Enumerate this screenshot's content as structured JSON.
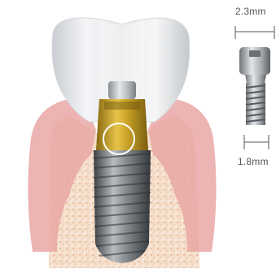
{
  "dimensions": {
    "top_width": "2.3mm",
    "bottom_width": "1.8mm"
  },
  "colors": {
    "crown": "#eef0f2",
    "gum": "#e9a7a4",
    "bone": "#ecc6a6",
    "implant": "#7b7f84",
    "abutment_gold": "#c9a227",
    "highlight_circle": "#ffffff"
  },
  "icons": [
    "dental-implant-cross-section",
    "abutment-screw"
  ]
}
